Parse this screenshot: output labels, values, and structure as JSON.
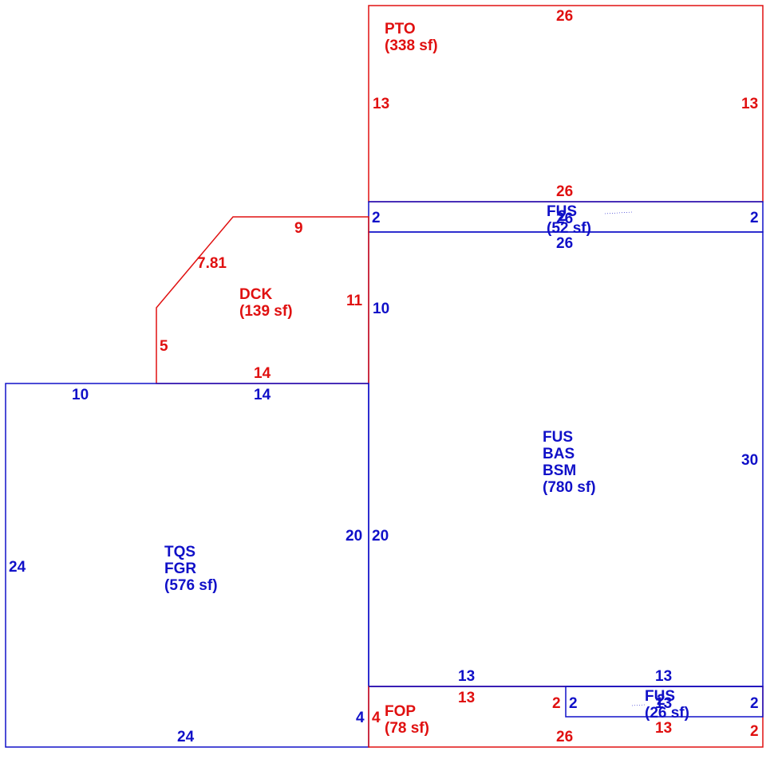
{
  "colors": {
    "red": "#e01010",
    "blue": "#1010c8"
  },
  "pto": {
    "code": "PTO",
    "area": "(338 sf)",
    "dim_top": "26",
    "dim_left": "13",
    "dim_right": "13",
    "dim_bottom": "26"
  },
  "fus_strip_top": {
    "code": "FUS",
    "area": "(52 sf)",
    "dim_left": "2",
    "dim_right": "2",
    "dim_bottom": "26",
    "overlap_a": "2",
    "overlap_b": "26"
  },
  "dck": {
    "code": "DCK",
    "area": "(139 sf)",
    "dim_top": "9",
    "dim_diag": "7.81",
    "dim_left": "5",
    "dim_right": "11",
    "dim_bottom": "14"
  },
  "tqs": {
    "code1": "TQS",
    "code2": "FGR",
    "area": "(576 sf)",
    "dim_top_a": "10",
    "dim_top_b": "14",
    "dim_left": "24",
    "dim_right": "20",
    "dim_bottom": "24"
  },
  "fus_main": {
    "code1": "FUS",
    "code2": "BAS",
    "code3": "BSM",
    "area": "(780 sf)",
    "dim_left_a": "10",
    "dim_left_b": "20",
    "dim_right": "30",
    "dim_bottom_a": "13",
    "dim_bottom_b": "13"
  },
  "fop": {
    "code": "FOP",
    "area": "(78 sf)",
    "dim_top": "13",
    "dim_left": "4",
    "dim_mid": "2",
    "dim_bottom": "26",
    "dim_right_bottom": "2",
    "dim_strip_bottom": "13"
  },
  "fus_strip_bottom": {
    "code": "FUS",
    "area": "(26 sf)",
    "dim_left": "2",
    "dim_right": "2",
    "overlap_a": "2",
    "overlap_b": "13"
  },
  "tqs_dim_left4": "4"
}
